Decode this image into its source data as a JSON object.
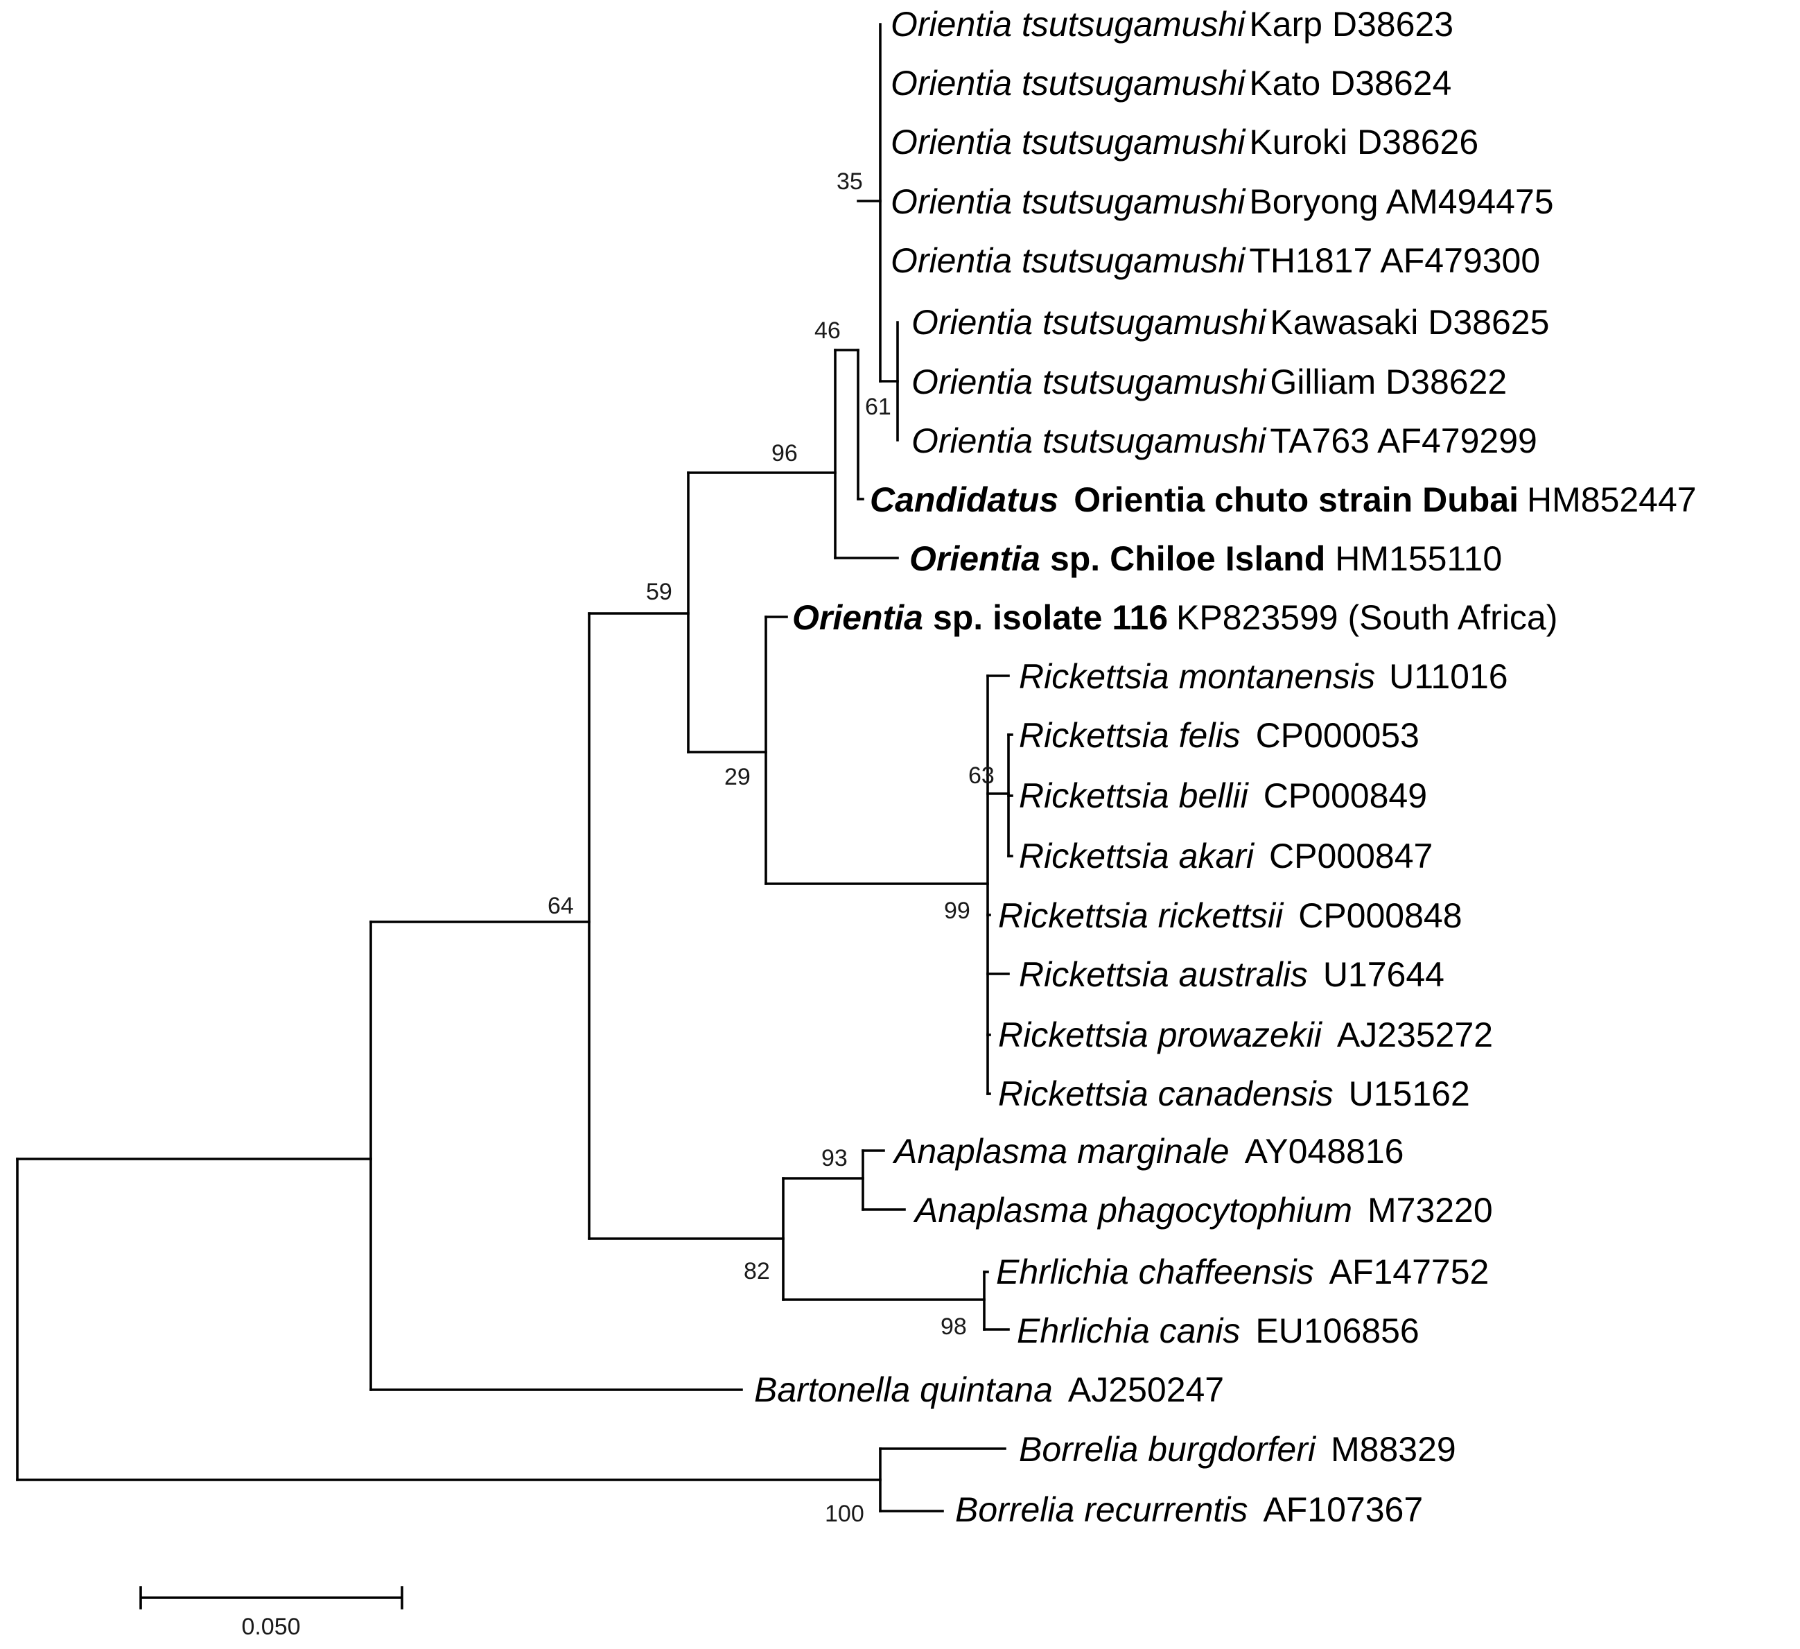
{
  "tree": {
    "leaves": [
      {
        "genus": "Orientia",
        "species": "tsutsugamushi",
        "rest": "Karp D38623"
      },
      {
        "genus": "Orientia",
        "species": "tsutsugamushi",
        "rest": "Kato D38624"
      },
      {
        "genus": "Orientia",
        "species": "tsutsugamushi",
        "rest": "Kuroki  D38626"
      },
      {
        "genus": "Orientia",
        "species": "tsutsugamushi",
        "rest": "Boryong  AM494475"
      },
      {
        "genus": "Orientia",
        "species": "tsutsugamushi",
        "rest": "TH1817 AF479300"
      },
      {
        "genus": "Orientia",
        "species": "tsutsugamushi",
        "rest": "Kawasaki  D38625"
      },
      {
        "genus": "Orientia",
        "species": "tsutsugamushi",
        "rest": "Gilliam D38622"
      },
      {
        "genus": "Orientia",
        "species": "tsutsugamushi",
        "rest": "TA763 AF479299"
      },
      {
        "bold_italic": "Candidatus",
        "bold": "Orientia chuto strain Dubai",
        "rest": "HM852447"
      },
      {
        "bold_italic": "Orientia",
        "bold": "sp. Chiloe Island",
        "rest": "HM155110"
      },
      {
        "bold_italic": "Orientia",
        "bold": "sp. isolate 116",
        "rest": "KP823599 (South Africa)"
      },
      {
        "genus": "Rickettsia",
        "species": "montanensis",
        "rest": "U11016"
      },
      {
        "genus": "Rickettsia",
        "species": "felis",
        "rest": "CP000053"
      },
      {
        "genus": "Rickettsia",
        "species": "bellii",
        "rest": "CP000849"
      },
      {
        "genus": "Rickettsia",
        "species": "akari",
        "rest": "CP000847"
      },
      {
        "genus": "Rickettsia",
        "species": "rickettsii",
        "rest": "CP000848"
      },
      {
        "genus": "Rickettsia",
        "species": "australis",
        "rest": "U17644"
      },
      {
        "genus": "Rickettsia",
        "species": "prowazekii",
        "rest": "AJ235272"
      },
      {
        "genus": "Rickettsia",
        "species": "canadensis",
        "rest": "U15162"
      },
      {
        "genus": "Anaplasma",
        "species": "marginale",
        "rest": "AY048816"
      },
      {
        "genus": "Anaplasma",
        "species": "phagocytophium",
        "rest": "M73220"
      },
      {
        "genus": "Ehrlichia",
        "species": "chaffeensis",
        "rest": "AF147752"
      },
      {
        "genus": "Ehrlichia",
        "species": "canis",
        "rest": "EU106856"
      },
      {
        "genus": "Bartonella",
        "species": "quintana",
        "rest": "AJ250247"
      },
      {
        "genus": "Borrelia",
        "species": "burgdorferi",
        "rest": "M88329"
      },
      {
        "genus": "Borrelia",
        "species": "recurrentis",
        "rest": "AF107367"
      }
    ],
    "bootstrap": [
      "35",
      "46",
      "61",
      "96",
      "59",
      "29",
      "63",
      "99",
      "64",
      "93",
      "82",
      "98",
      "100"
    ],
    "scale_label": "0.050"
  }
}
